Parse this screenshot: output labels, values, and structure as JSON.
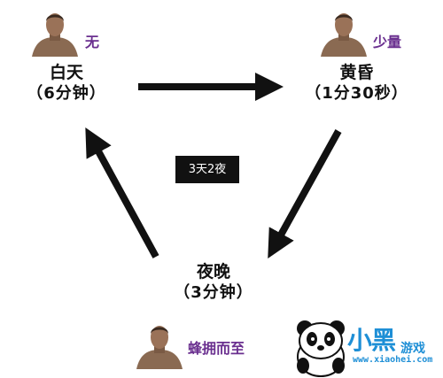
{
  "nodes": {
    "day": {
      "name": "白天",
      "duration": "（6分钟）",
      "tag": "无"
    },
    "dusk": {
      "name": "黄昏",
      "duration": "（1分30秒）",
      "tag": "少量"
    },
    "night": {
      "name": "夜晚",
      "duration": "（3分钟）",
      "tag": "蜂拥而至"
    }
  },
  "center_label": "3天2夜",
  "watermark": {
    "brand": "小黑",
    "brand_sub": "游戏",
    "site": "www.xiaohei.com"
  },
  "colors": {
    "tag": "#6a2f8f",
    "arrow": "#111111",
    "box": "#111111",
    "brand": "#1e8fd6"
  }
}
